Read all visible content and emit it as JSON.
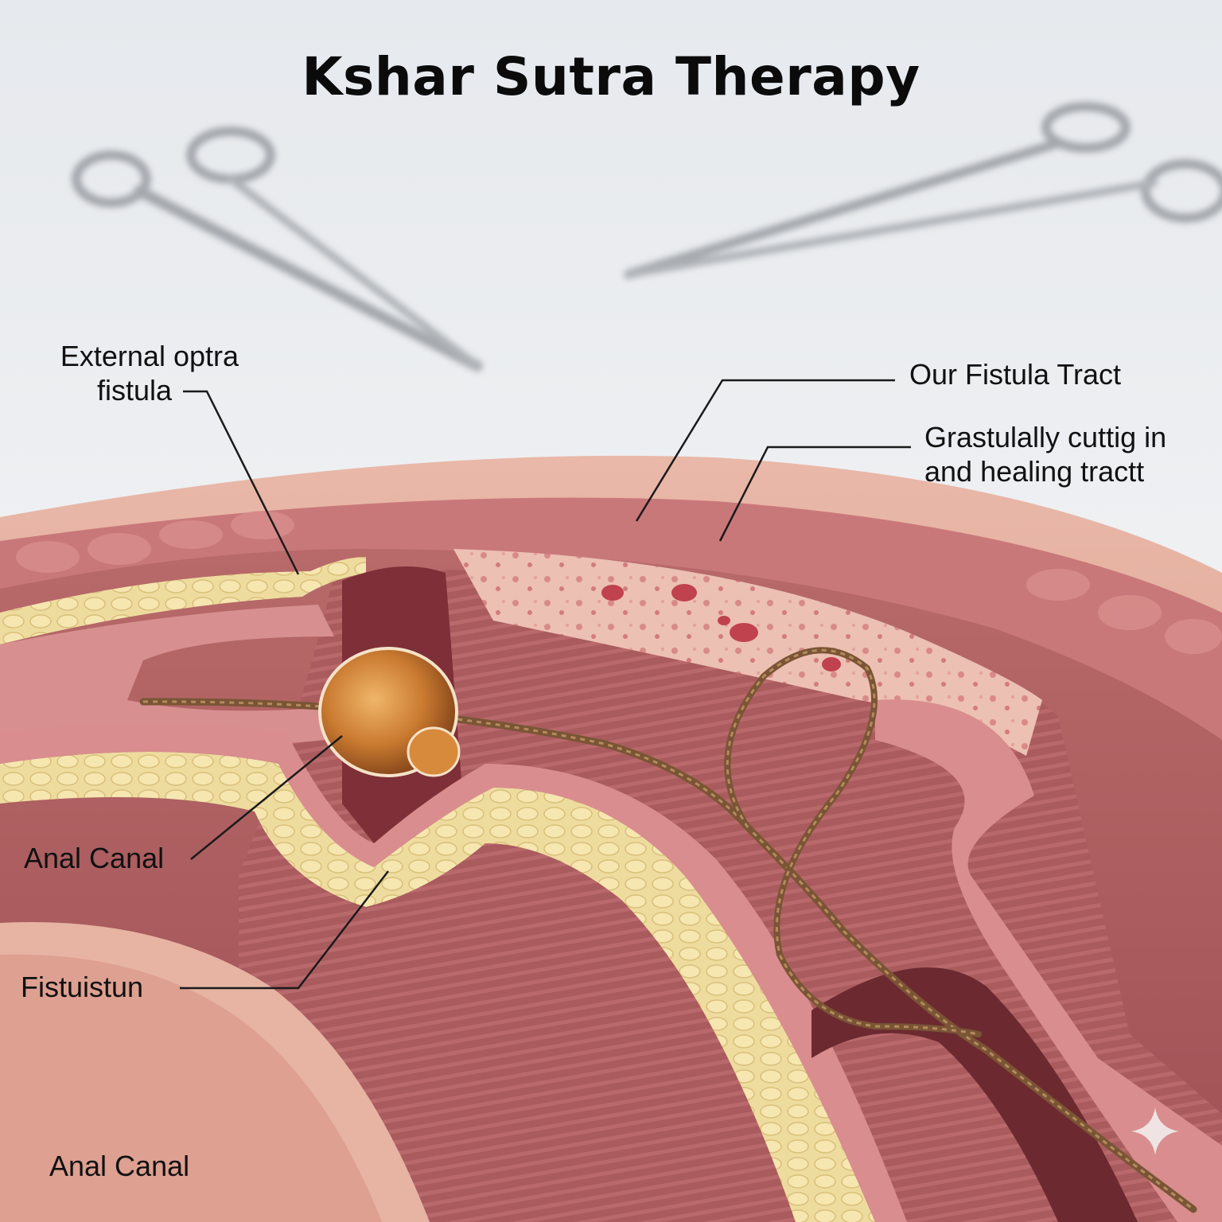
{
  "title": "Kshar Sutra Therapy",
  "labels": {
    "external_line1": "External optra",
    "external_line2": "fistula",
    "our_fistula_tract": "Our Fistula Tract",
    "gradually_line1": "Grastulally cuttig in",
    "gradually_line2": "and healing tractt",
    "anal_canal_upper": "Anal Canal",
    "fistuistun": "Fistuistun",
    "anal_canal_lower": "Anal Canal"
  },
  "colors": {
    "background_top": "#dfe3e8",
    "background_bottom": "#f2f3f5",
    "tissue": "#c9787a",
    "muscle": "#a8575a",
    "mucosa": "#e6a4a2",
    "fat_layer": "#ecd9a0",
    "thread": "#7a5535",
    "bead": "#c77b35",
    "leader_line": "#1a1a1a"
  },
  "icons": [
    "surgical-forceps-icon",
    "sparkle-icon"
  ]
}
